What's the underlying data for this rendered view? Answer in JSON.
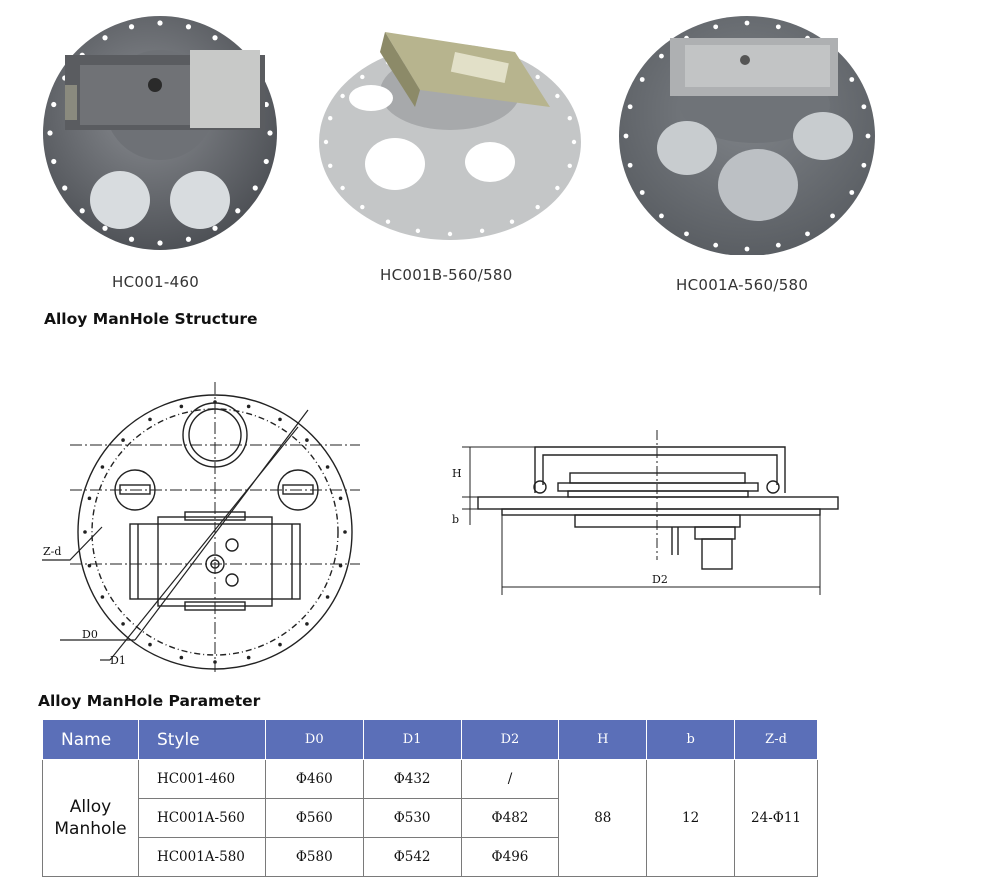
{
  "photos": [
    {
      "caption": "HC001-460"
    },
    {
      "caption": "HC001B-560/580"
    },
    {
      "caption": "HC001A-560/580"
    }
  ],
  "structure": {
    "heading": "Alloy ManHole Structure",
    "labels": {
      "zd": "Z-d",
      "d0": "D0",
      "d1": "D1",
      "h": "H",
      "b": "b",
      "d2": "D2"
    }
  },
  "parameter": {
    "heading": "Alloy ManHole Parameter",
    "headers": [
      "Name",
      "Style",
      "D0",
      "D1",
      "D2",
      "H",
      "b",
      "Z-d"
    ],
    "name_line1": "Alloy",
    "name_line2": "Manhole",
    "rows": [
      {
        "style": "HC001-460",
        "d0": "Φ460",
        "d1": "Φ432",
        "d2": "/"
      },
      {
        "style": "HC001A-560",
        "d0": "Φ560",
        "d1": "Φ530",
        "d2": "Φ482"
      },
      {
        "style": "HC001A-580",
        "d0": "Φ580",
        "d1": "Φ542",
        "d2": "Φ496"
      }
    ],
    "h": "88",
    "b": "12",
    "zd": "24-Φ11"
  },
  "colors": {
    "header_bg": "#5b6fb8"
  }
}
